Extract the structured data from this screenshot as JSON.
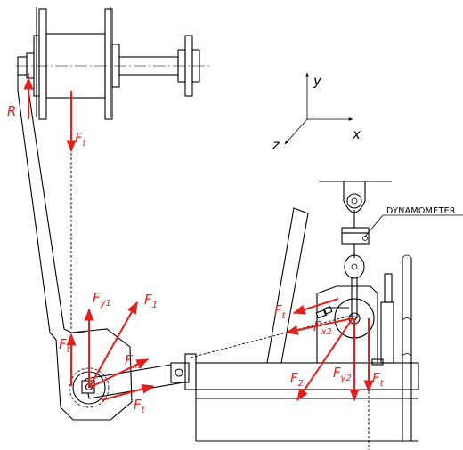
{
  "labels": {
    "R": "R",
    "ft_top": {
      "main": "F",
      "sub": "t"
    },
    "axis_y": "y",
    "axis_x": "x",
    "axis_z": "z",
    "dynamometer": "DYNAMOMETER",
    "fy1": {
      "main": "F",
      "sub": "y1"
    },
    "f1": {
      "main": "F",
      "sub": "1"
    },
    "ft_left": {
      "main": "F",
      "sub": "t"
    },
    "fx1": {
      "main": "F",
      "sub": "x1"
    },
    "ft_bottom": {
      "main": "F",
      "sub": "t"
    },
    "ft_right": {
      "main": "F",
      "sub": "t"
    },
    "fx2": {
      "main": "F",
      "sub": "x2"
    },
    "f2": {
      "main": "F",
      "sub": "2"
    },
    "fy2": {
      "main": "F",
      "sub": "y2"
    },
    "ft_far": {
      "main": "F",
      "sub": "t"
    }
  },
  "colors": {
    "force": "#e0201b",
    "line": "#000000"
  }
}
